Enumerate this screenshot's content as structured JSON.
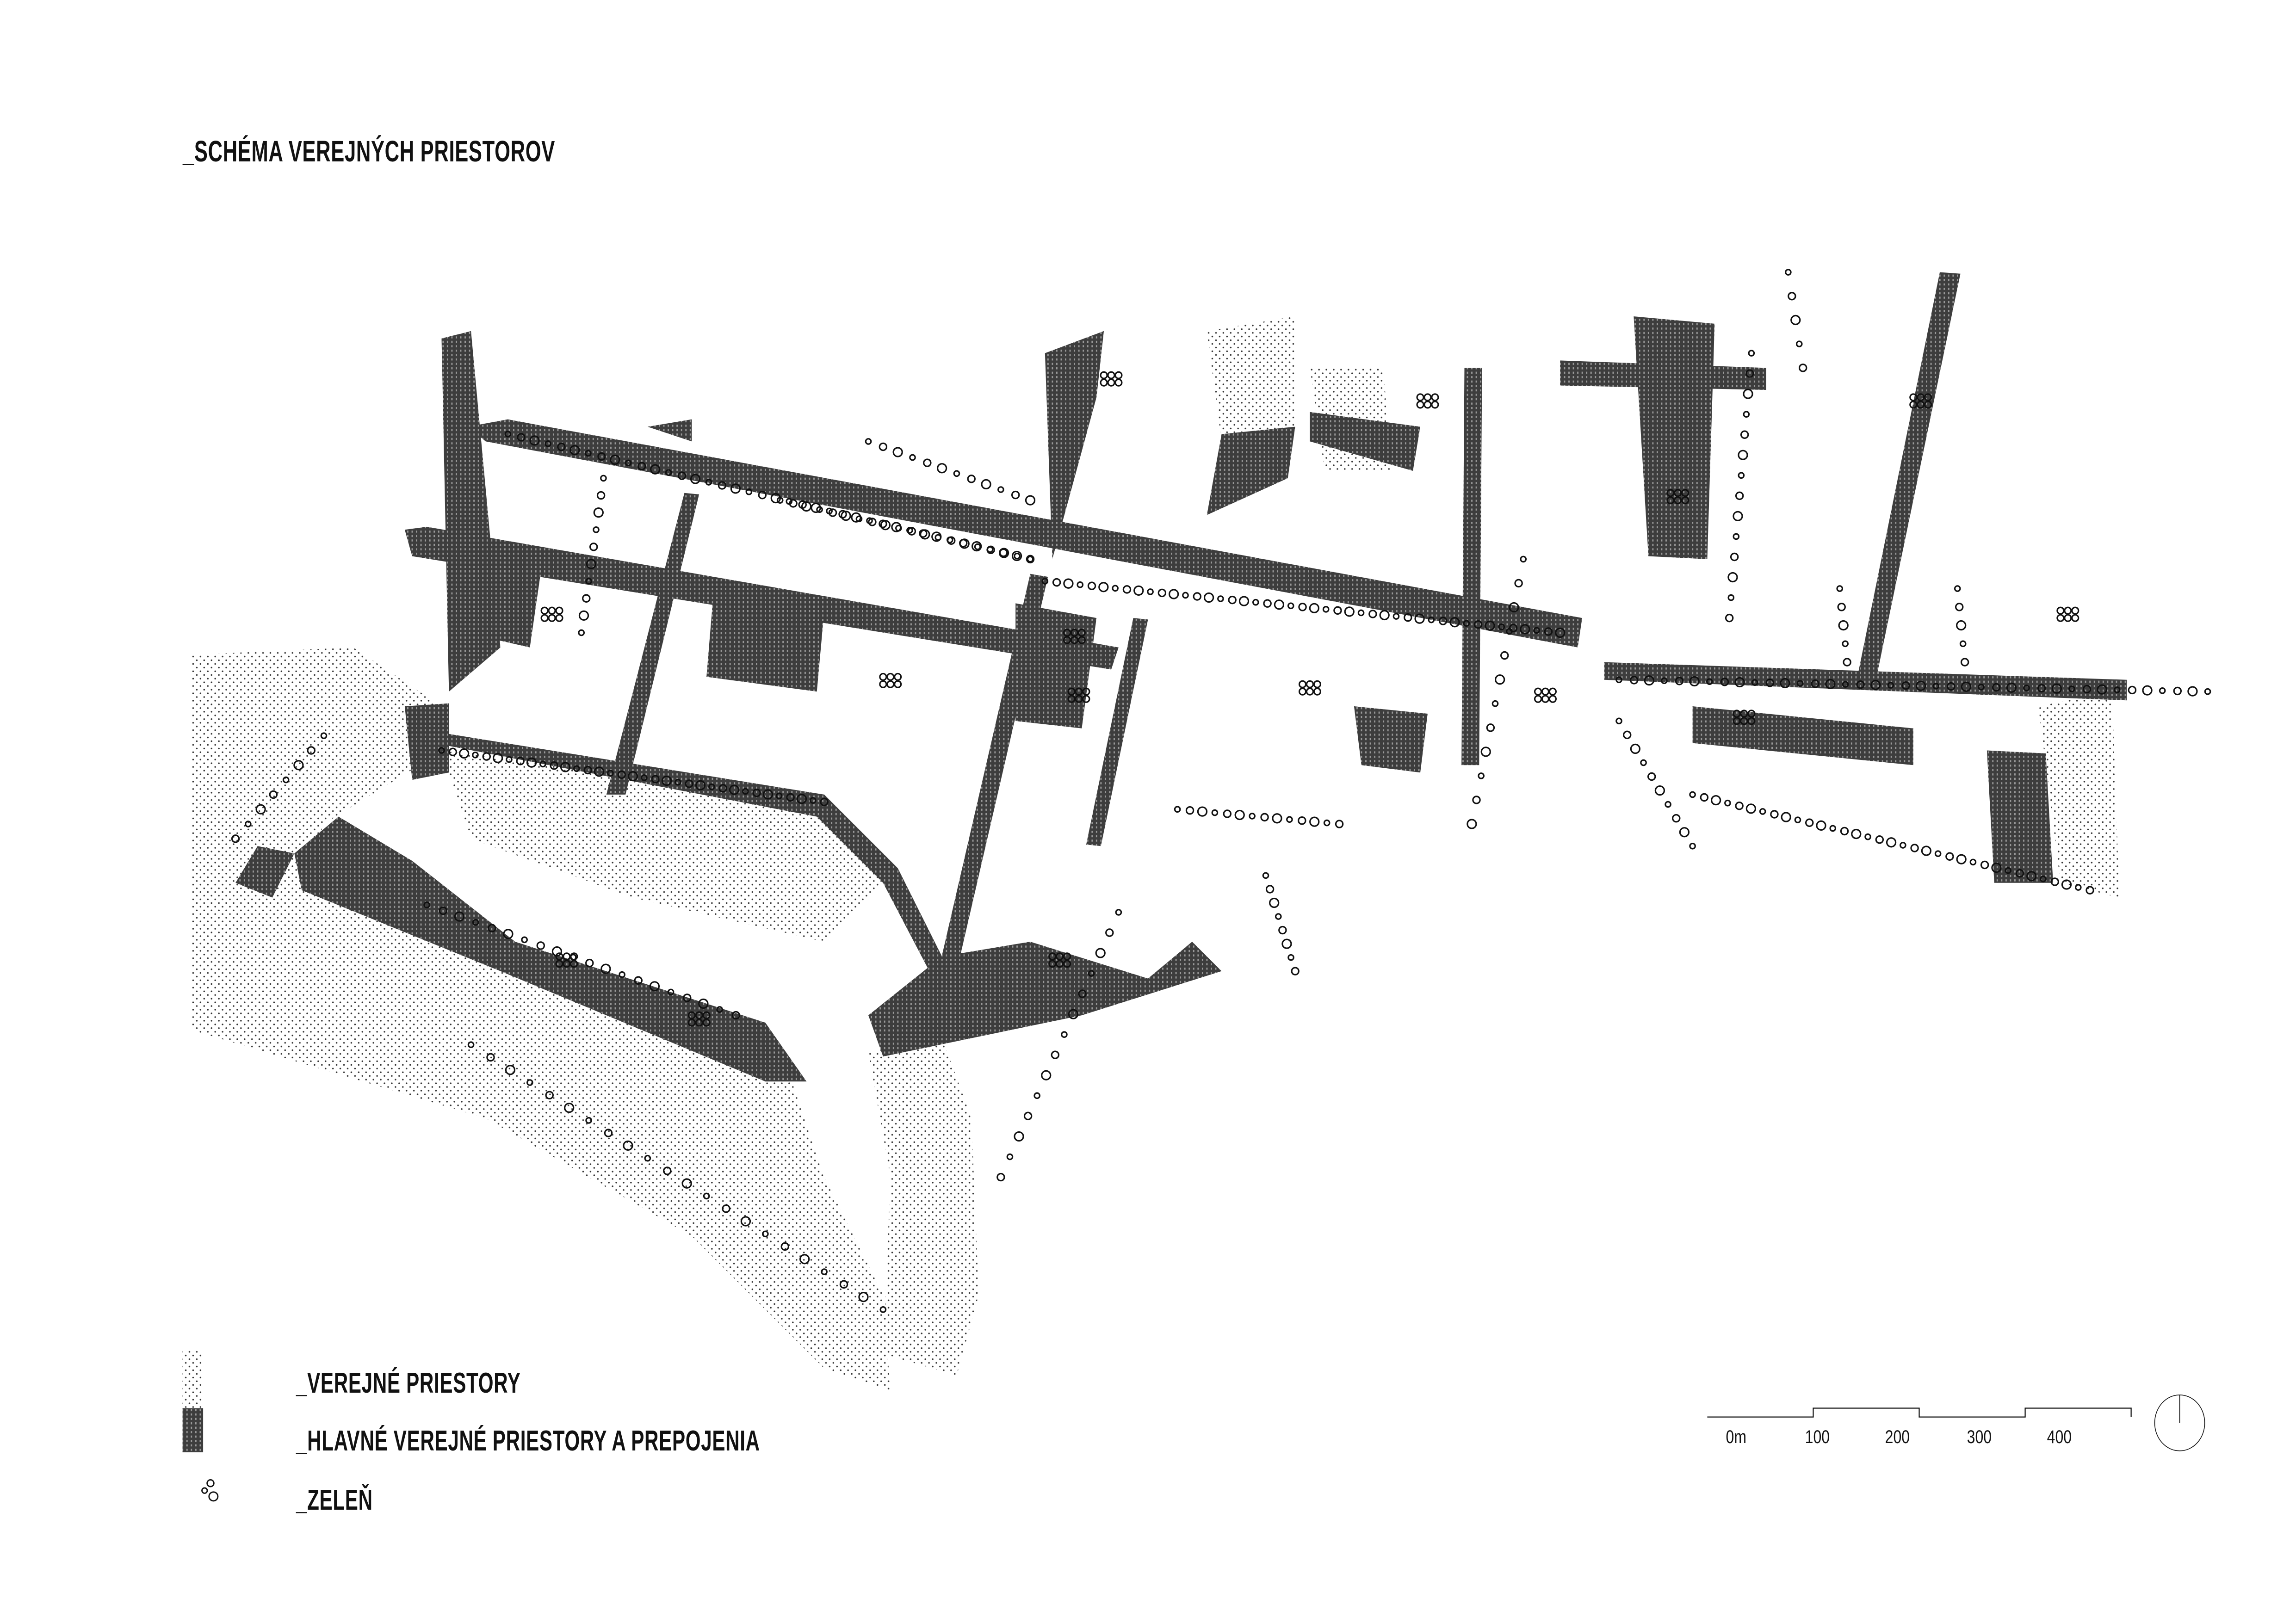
{
  "title": "_SCHÉMA VEREJNÝCH PRIESTOROV",
  "legend": [
    {
      "label": "_VEREJNÉ PRIESTORY",
      "symbol": "dotted-pattern"
    },
    {
      "label": "_HLAVNÉ VEREJNÉ PRIESTORY A PREPOJENIA",
      "symbol": "dark-hatch-pattern"
    },
    {
      "label": "_ZELEŇ",
      "symbol": "tree-circles"
    }
  ],
  "scale_bar": {
    "labels": [
      "0m",
      "100",
      "200",
      "300",
      "400"
    ]
  },
  "north_arrow": "north-arrow-icon",
  "colors": {
    "main_public": "#4a4a4a",
    "public_dots": "#333333",
    "ink": "#111111"
  }
}
